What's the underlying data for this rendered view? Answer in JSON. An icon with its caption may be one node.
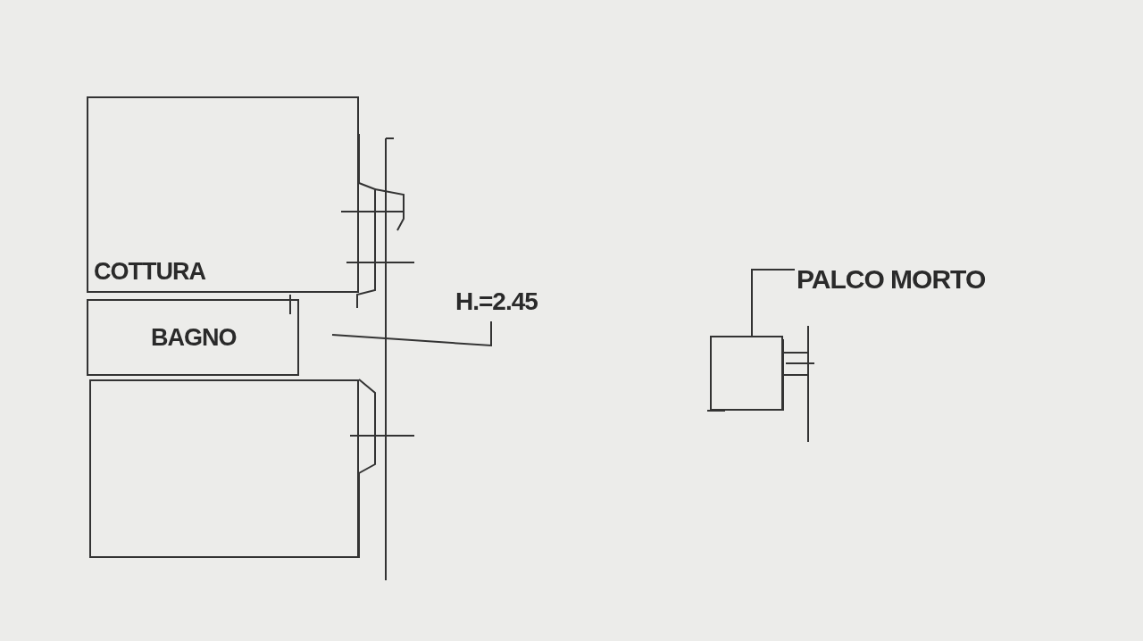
{
  "diagram": {
    "nodes": [
      {
        "text": [
          "COTTURA"
        ]
      },
      {
        "text": [
          "BAGNO"
        ]
      },
      {
        "text": [],
        "shape": "box"
      },
      {
        "text": [
          "H.=2.45"
        ]
      },
      {
        "text": [
          "PALCO MORTO"
        ]
      },
      {
        "text": [],
        "shape": "box"
      }
    ],
    "edges": [
      {
        "from": 3,
        "to": null,
        "arrow": "none"
      },
      {
        "from": 4,
        "to": 5,
        "arrow": "none"
      }
    ]
  }
}
